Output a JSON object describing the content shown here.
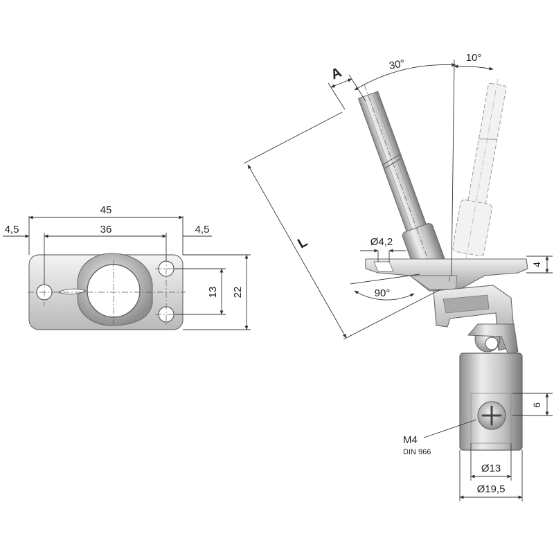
{
  "plate_view": {
    "dim_overall_width": "45",
    "dim_hole_pitch": "36",
    "dim_left_edge": "4,5",
    "dim_right_edge": "4,5",
    "dim_vertical_pitch": "13",
    "dim_height": "22"
  },
  "joint_view": {
    "label_A": "A",
    "label_L": "L",
    "angle_30": "30°",
    "angle_10": "10°",
    "angle_90": "90°",
    "dim_hole": "Ø4,2",
    "dim_plate_thickness": "4",
    "dim_6": "6",
    "dim_inner_diameter": "Ø13",
    "dim_outer_diameter": "Ø19,5",
    "screw_label": "M4",
    "screw_standard": "DIN 966"
  },
  "colors": {
    "metal_light": "#e6e6e6",
    "metal_mid": "#b8b8b8",
    "metal_dark": "#7d7d7d",
    "line": "#333333"
  }
}
